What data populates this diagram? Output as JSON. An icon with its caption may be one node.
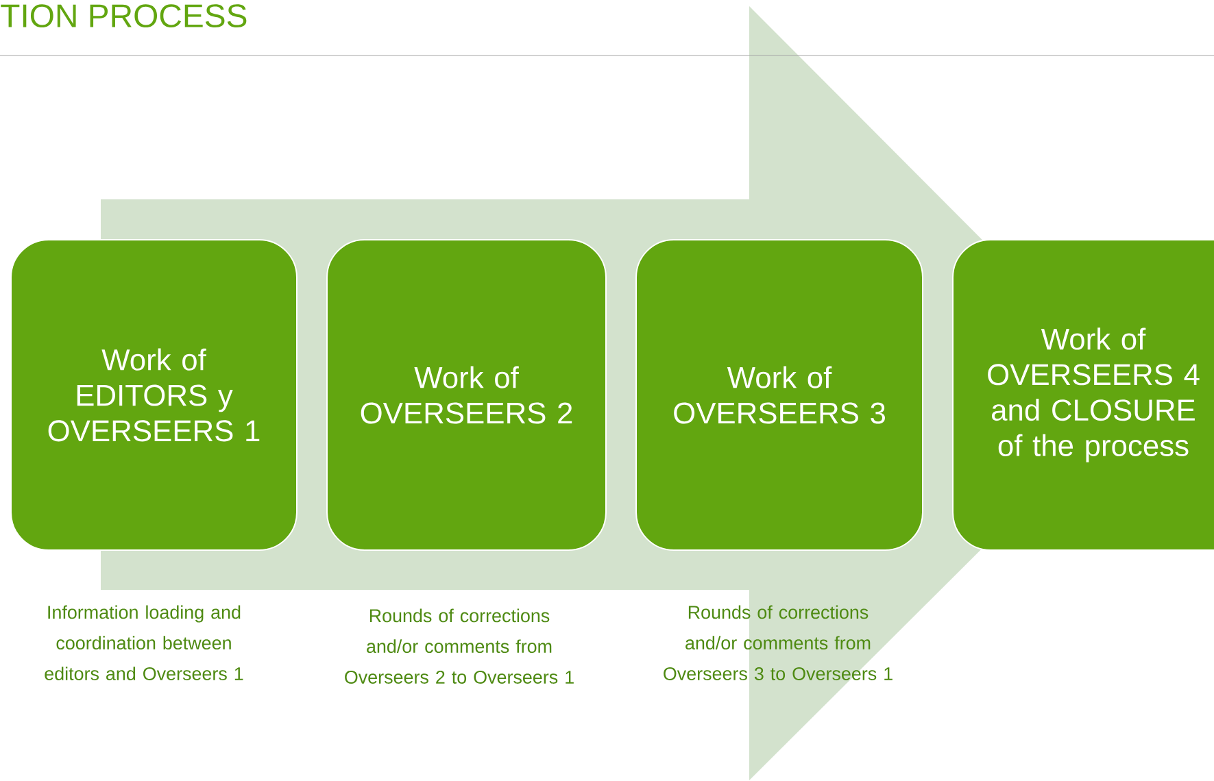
{
  "diagram": {
    "title": "TION PROCESS",
    "nodes": [
      {
        "text": [
          "Work of",
          "EDITORS y OVERSEERS 1"
        ],
        "beside": [
          "Information loading and coordination between editors and Overseers 1"
        ]
      },
      {
        "text": [
          "Work of",
          "OVERSEERS 2"
        ],
        "beside": [
          "Rounds of corrections and/or comments from Overseers 2 to Overseers 1"
        ]
      },
      {
        "text": [
          "Work of",
          "OVERSEERS 3"
        ],
        "beside": [
          "Rounds of corrections and/or comments from Overseers 3 to Overseers 1"
        ]
      },
      {
        "text": [
          "Work of",
          "OVERSEERS 4 and CLOSURE of the process"
        ]
      }
    ],
    "edges": [
      {
        "from": 0,
        "to": 3,
        "arrow": "to"
      }
    ]
  }
}
